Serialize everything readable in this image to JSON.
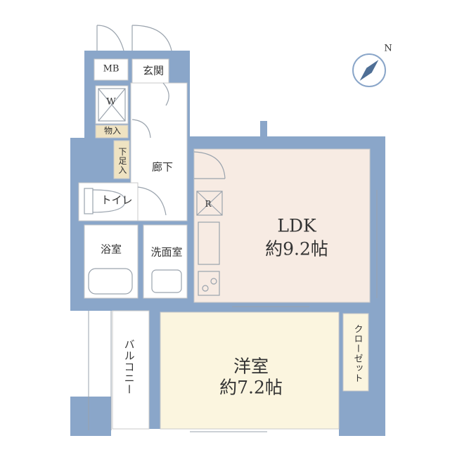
{
  "rooms": {
    "ldk": {
      "name": "LDK",
      "size": "約9.2帖"
    },
    "western": {
      "name": "洋室",
      "size": "約7.2帖"
    },
    "mb": "MB",
    "entrance": "玄関",
    "w": "W",
    "storage": "物入",
    "shoe": "下足入",
    "hallway": "廊下",
    "toilet": "トイレ",
    "bath": "浴室",
    "washroom": "洗面室",
    "fridge": "R",
    "balcony": "バルコニー",
    "closet": "クローゼット"
  },
  "compass": {
    "label": "N"
  },
  "colors": {
    "wall": "#8aa6c9",
    "ldk_floor": "#f7ebe3",
    "western_floor": "#fbf5df",
    "storage_tag": "#efe3c2",
    "wet_floor": "#ffffff"
  }
}
